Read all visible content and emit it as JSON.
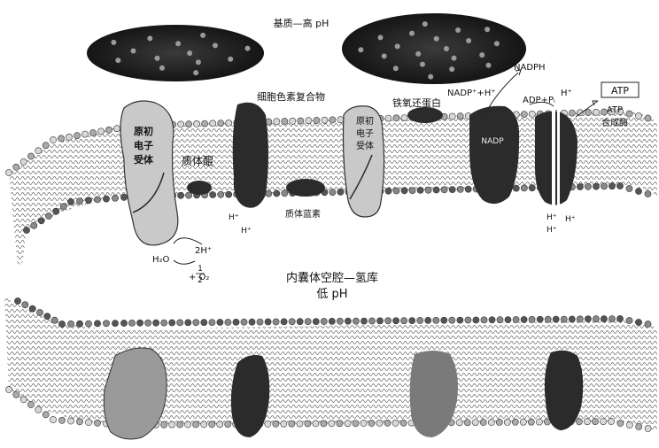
{
  "labels": {
    "stroma": "基质—高 pH",
    "cytochrome_complex": "细胞色素复合物",
    "ferredoxin": "铁氧还蛋白",
    "nadph": "NADPH",
    "nadp_h": "NADP⁺+H⁺",
    "adp_pi": "ADP+Pᵢ",
    "h_top": "H⁺",
    "atp_box": "ATP",
    "atp_synthase_1": "ATP",
    "atp_synthase_2": "合成酶",
    "psii_1": "原初",
    "psii_2": "电子",
    "psii_3": "受体",
    "psi_1": "原初",
    "psi_2": "电子",
    "psi_3": "受体",
    "plastoquinone": "质体醌",
    "nadp_enzyme": "NADP",
    "plastocyanin": "质体蓝素",
    "h_cyt_1": "H⁺",
    "h_cyt_2": "H⁺",
    "h_atp_1": "H⁺",
    "h_atp_2": "H⁺",
    "h_atp_3": "H⁺",
    "h2o": "H₂O",
    "two_h": "2H⁺",
    "o2_num": "1",
    "o2_den": "2",
    "o2": "+ O₂",
    "lumen_1": "内囊体空腔—氢库",
    "lumen_2": "低 pH"
  },
  "colors": {
    "protein_dark": "#2b2b2b",
    "protein_light": "#c9c9c9",
    "head_light": "#d8d8d8",
    "head_dark": "#555555"
  }
}
